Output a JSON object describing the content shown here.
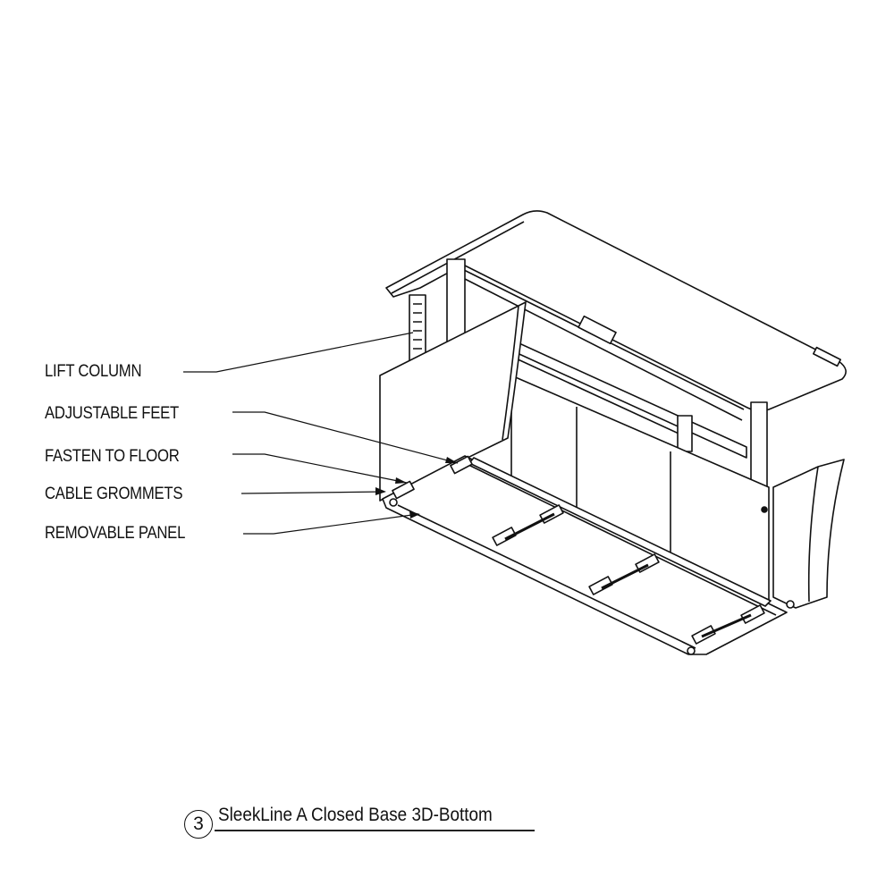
{
  "labels": {
    "lift_column": "LIFT COLUMN",
    "adjustable_feet": "ADJUSTABLE FEET",
    "fasten_to_floor": "FASTEN TO FLOOR",
    "cable_grommets": "CABLE GROMMETS",
    "removable_panel": "REMOVABLE PANEL"
  },
  "caption": {
    "number": "3",
    "title": "SleekLine A Closed Base 3D-Bottom"
  }
}
